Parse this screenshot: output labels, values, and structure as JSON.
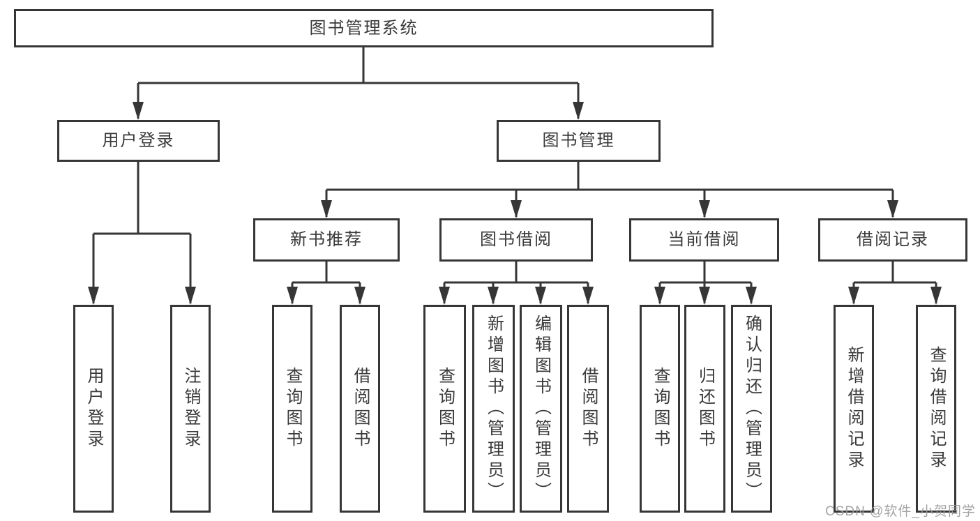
{
  "tree": {
    "label": "图书管理系统",
    "children": [
      {
        "label": "用户登录",
        "children": [
          {
            "label": "用户登录"
          },
          {
            "label": "注销登录"
          }
        ]
      },
      {
        "label": "图书管理",
        "children": [
          {
            "label": "新书推荐",
            "children": [
              {
                "label": "查询图书"
              },
              {
                "label": "借阅图书"
              }
            ]
          },
          {
            "label": "图书借阅",
            "children": [
              {
                "label": "查询图书"
              },
              {
                "label": "新增图书（管理员）"
              },
              {
                "label": "编辑图书（管理员）"
              },
              {
                "label": "借阅图书"
              }
            ]
          },
          {
            "label": "当前借阅",
            "children": [
              {
                "label": "查询图书"
              },
              {
                "label": "归还图书"
              },
              {
                "label": "确认归还（管理员）"
              }
            ]
          },
          {
            "label": "借阅记录",
            "children": [
              {
                "label": "新增借阅记录"
              },
              {
                "label": "查询借阅记录"
              }
            ]
          }
        ]
      }
    ]
  },
  "watermark": {
    "text": "CSDN @软件_小贺同学"
  },
  "colors": {
    "line": "#363636",
    "text": "#3a3a3a",
    "box_background": "#ffffff",
    "page_background": "#ffffff",
    "watermark": "#9b9b9b"
  }
}
